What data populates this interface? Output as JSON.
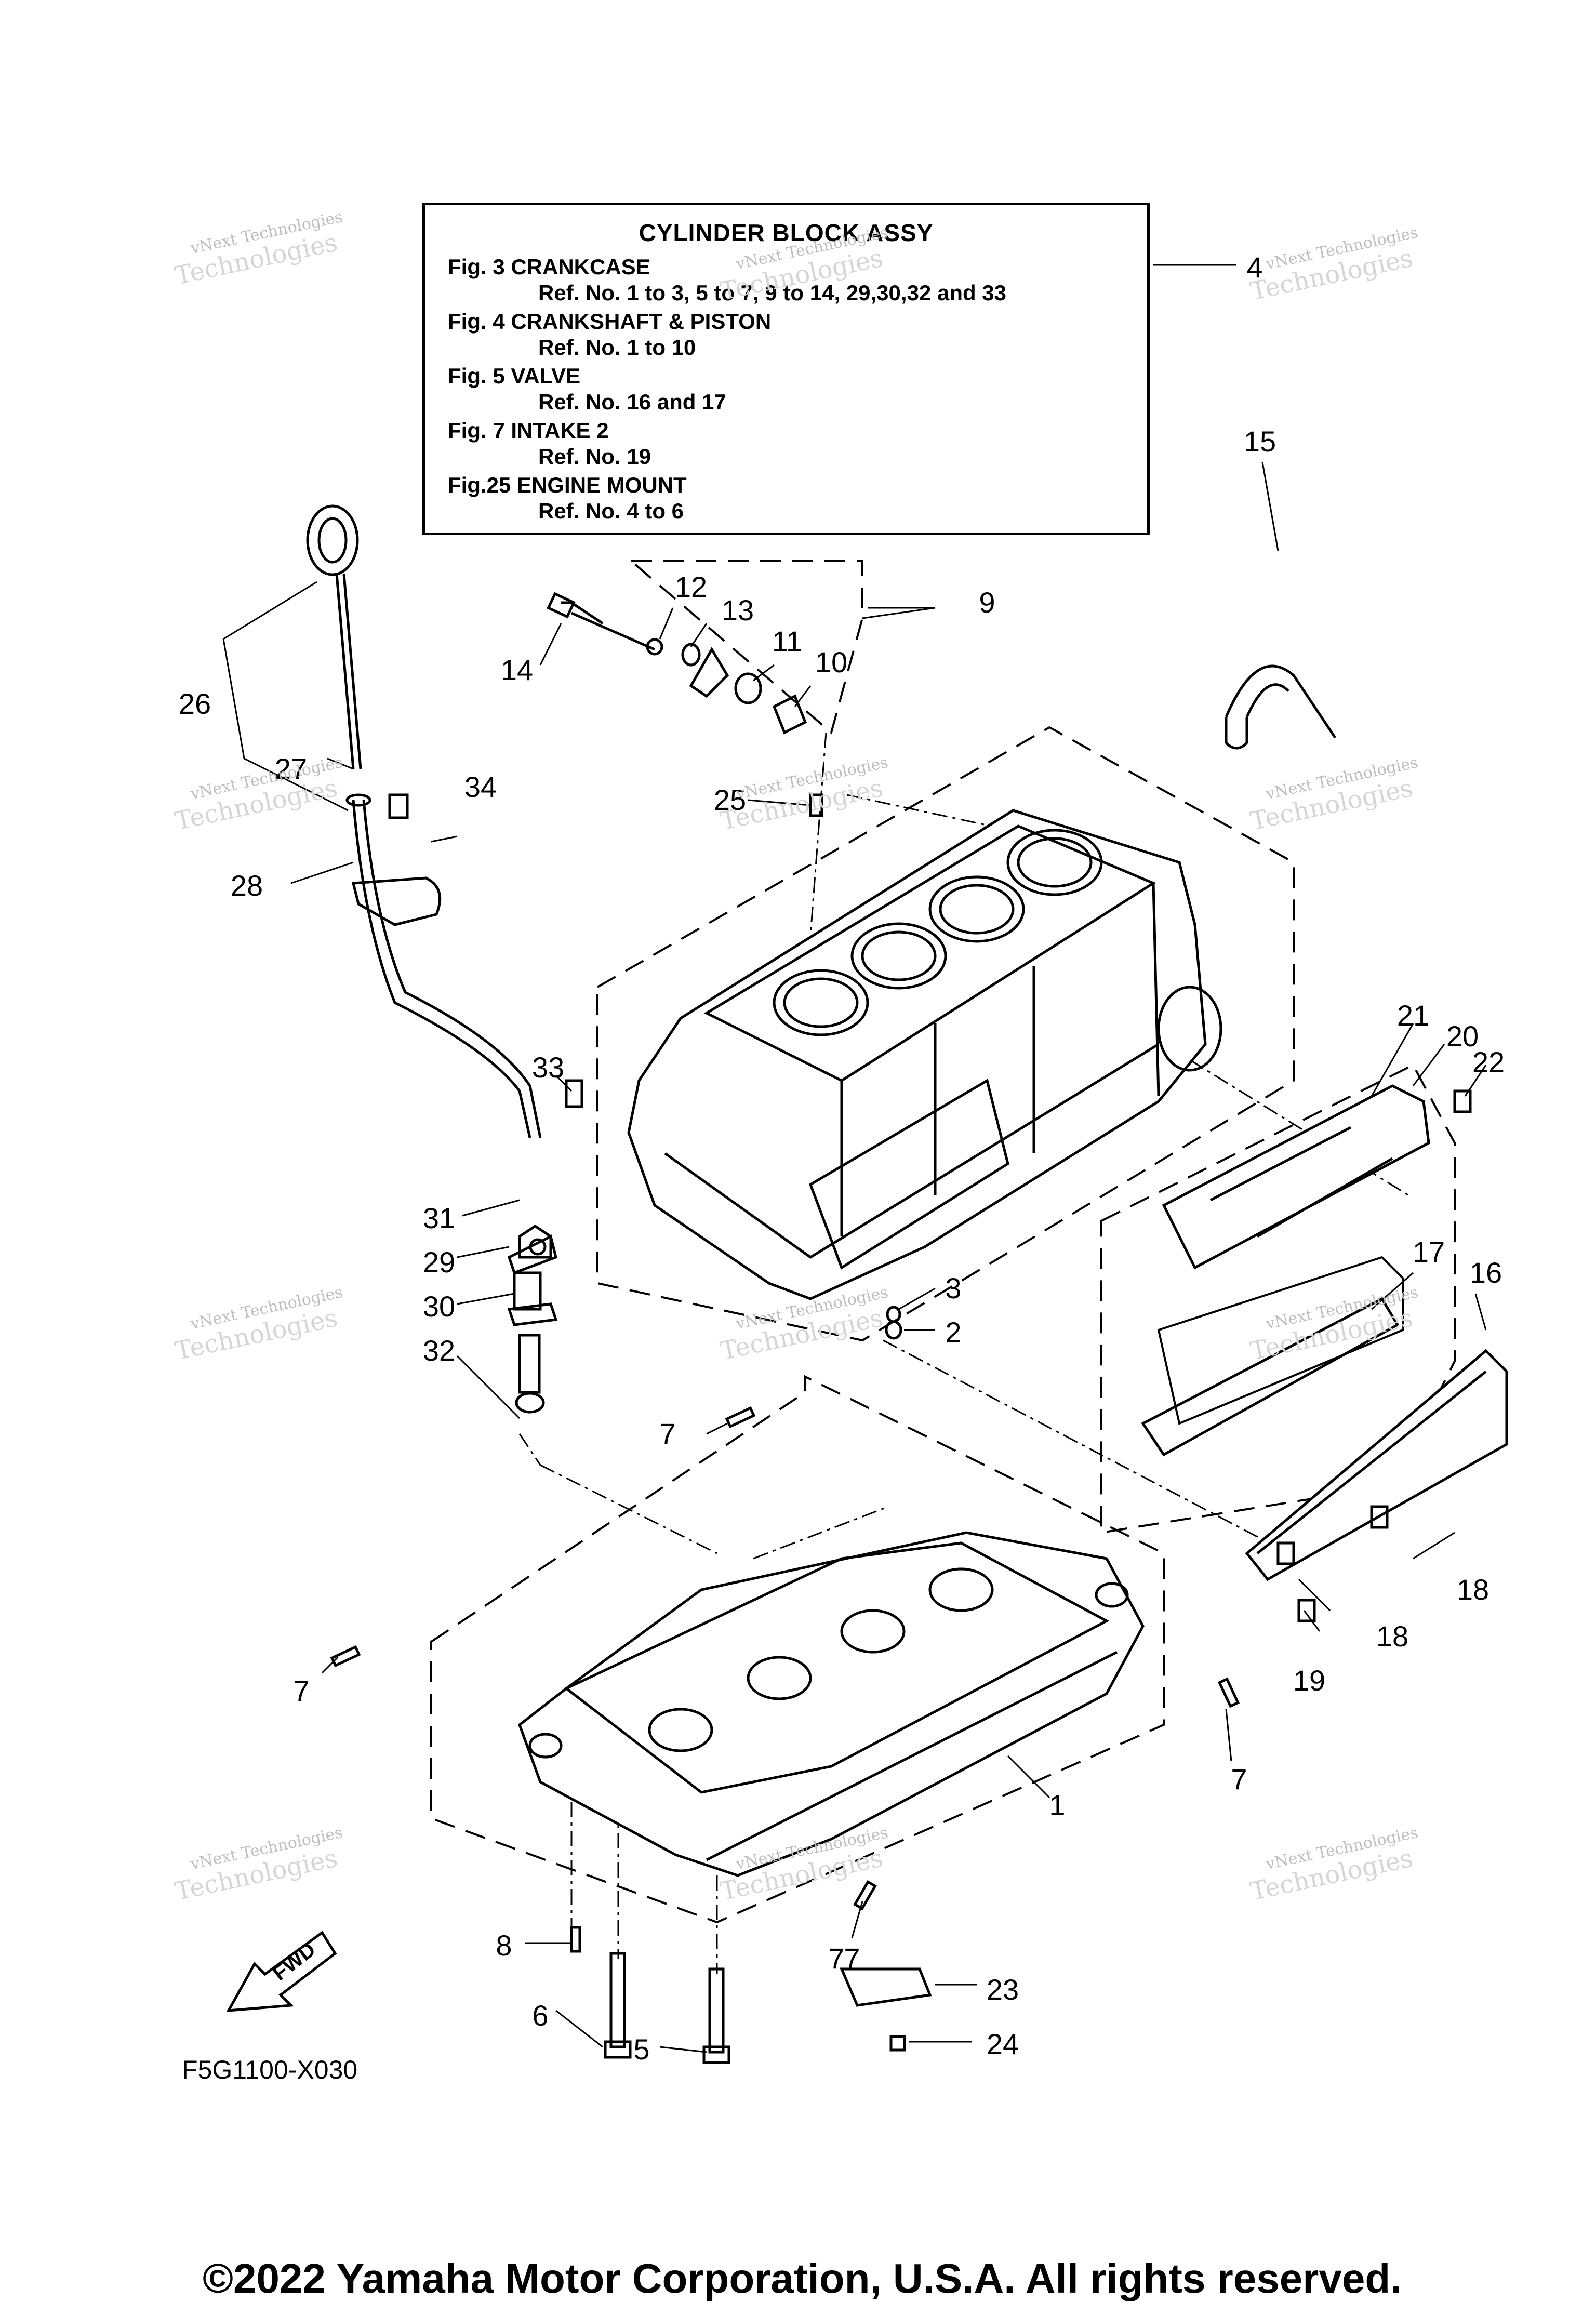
{
  "reference_box": {
    "title": "CYLINDER BLOCK ASSY",
    "entries": [
      {
        "fig": "Fig.  3 CRANKCASE",
        "ref": "Ref. No. 1 to 3, 5 to 7, 9 to 14, 29,30,32 and 33"
      },
      {
        "fig": "Fig.  4 CRANKSHAFT & PISTON",
        "ref": "Ref. No. 1 to 10"
      },
      {
        "fig": "Fig.  5 VALVE",
        "ref": "Ref. No. 16 and 17"
      },
      {
        "fig": "Fig.  7 INTAKE 2",
        "ref": "Ref. No. 19"
      },
      {
        "fig": "Fig.25 ENGINE MOUNT",
        "ref": "Ref. No. 4 to 6"
      }
    ]
  },
  "callouts": [
    "1",
    "2",
    "3",
    "4",
    "5",
    "6",
    "7",
    "7",
    "7",
    "7",
    "7",
    "8",
    "9",
    "10",
    "11",
    "12",
    "13",
    "14",
    "15",
    "16",
    "17",
    "18",
    "18",
    "19",
    "20",
    "21",
    "22",
    "23",
    "24",
    "25",
    "26",
    "27",
    "28",
    "29",
    "30",
    "31",
    "32",
    "33",
    "34"
  ],
  "diagram_code": "F5G1100-X030",
  "fwd_label": "FWD",
  "watermark": {
    "line1": "vNext Technologies",
    "line2": "Technologies"
  },
  "copyright": "©2022 Yamaha Motor Corporation, U.S.A. All rights reserved."
}
